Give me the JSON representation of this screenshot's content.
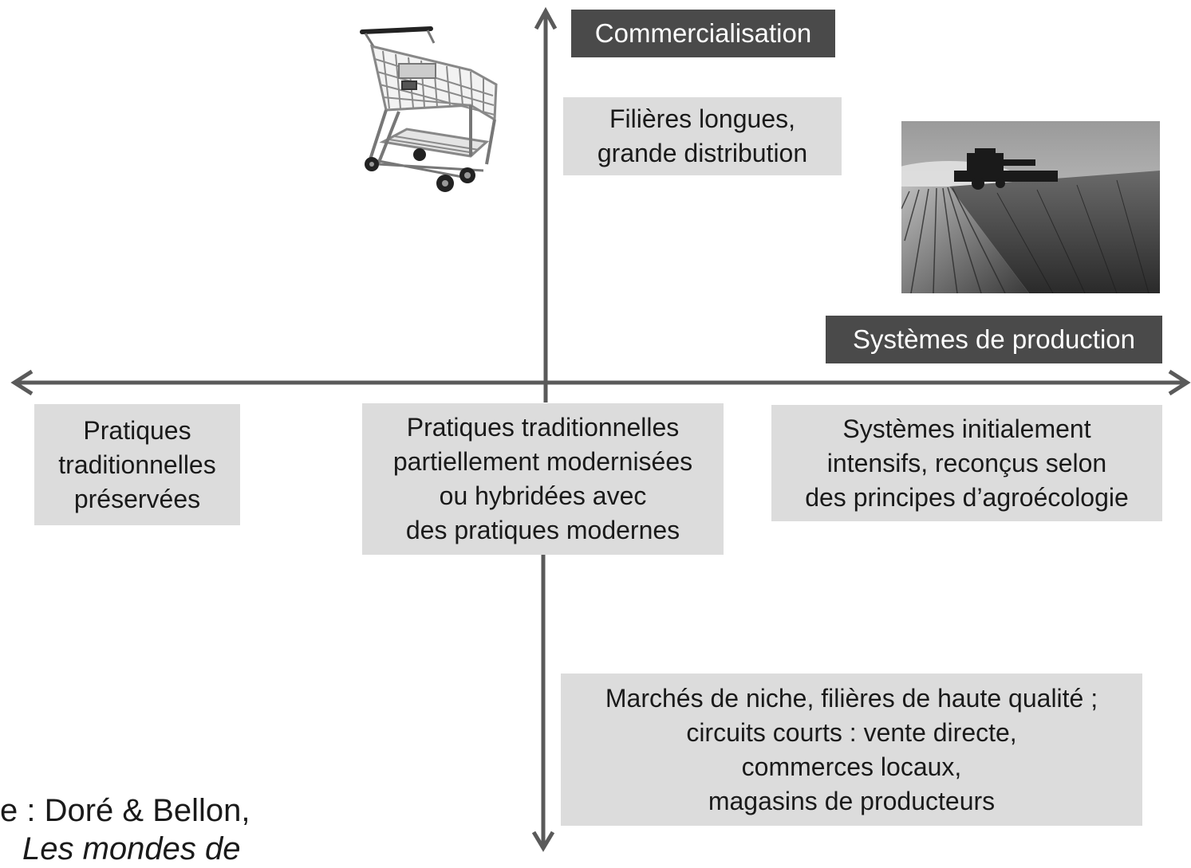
{
  "axes": {
    "vertical_label": "Commercialisation",
    "horizontal_label": "Systèmes de production"
  },
  "boxes": {
    "top": [
      "Filières longues,",
      "grande distribution"
    ],
    "left": [
      "Pratiques",
      "traditionnelles",
      "préservées"
    ],
    "center": [
      "Pratiques traditionnelles",
      "partiellement modernisées",
      "ou hybridées avec",
      "des pratiques modernes"
    ],
    "right": [
      "Systèmes initialement",
      "intensifs, reconçus selon",
      "des principes d’agroécologie"
    ],
    "bottom": [
      "Marchés de niche, filières de haute qualité ;",
      "circuits courts : vente directe,",
      "commerces locaux,",
      "magasins de producteurs"
    ]
  },
  "images": {
    "cart": "shopping-cart-icon",
    "field": "combine-harvester-field-photo"
  },
  "source": {
    "line1": "e : Doré & Bellon,",
    "line2": "Les mondes de"
  },
  "colors": {
    "axis": "#5a5a5a",
    "label_bg": "#4a4a4a",
    "box_bg": "#dcdcdc"
  }
}
